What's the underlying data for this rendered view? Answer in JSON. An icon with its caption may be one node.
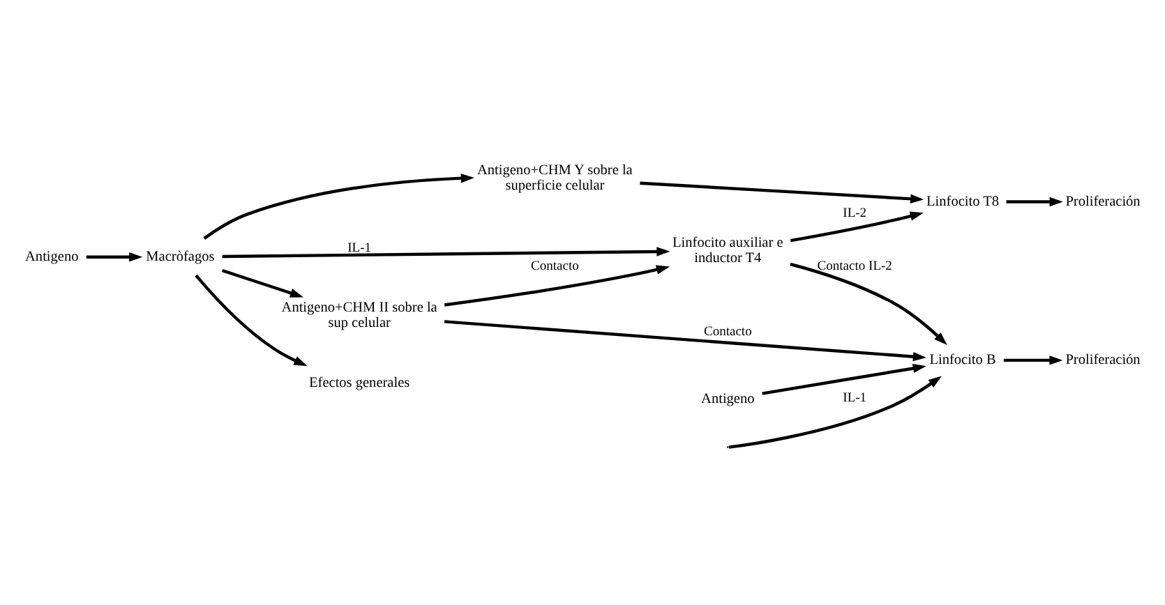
{
  "diagram": {
    "nodes": [
      {
        "text": [
          "Antigeno"
        ]
      },
      {
        "text": [
          "Antigeno+CHM Y sobre la superficie celular"
        ]
      },
      {
        "text": [
          "Linfocito T8"
        ]
      },
      {
        "text": [
          "Proliferación"
        ]
      },
      {
        "text": [
          "Macròfagos"
        ]
      },
      {
        "text": [
          "Linfocito auxiliar e inductor T4"
        ]
      },
      {
        "text": [
          "Antigeno+CHM II sobre la sup celular"
        ]
      },
      {
        "text": [
          "Efectos generales"
        ]
      },
      {
        "text": [
          "Antigeno"
        ]
      },
      {
        "text": [
          "Linfocito B"
        ]
      },
      {
        "text": [
          "Proliferación"
        ]
      }
    ],
    "edges": [
      {
        "from": 0,
        "to": 4,
        "arrow": "to"
      },
      {
        "from": 4,
        "to": 1,
        "arrow": "to"
      },
      {
        "from": 1,
        "to": 2,
        "arrow": "to"
      },
      {
        "from": 2,
        "to": 3,
        "arrow": "to"
      },
      {
        "from": 5,
        "to": 2,
        "arrow": "to",
        "label": "IL-2"
      },
      {
        "from": 4,
        "to": 5,
        "arrow": "to",
        "label": "IL-1"
      },
      {
        "from": 4,
        "to": 6,
        "arrow": "to"
      },
      {
        "from": 6,
        "to": 5,
        "arrow": "to",
        "label": "Contacto"
      },
      {
        "from": 6,
        "to": 9,
        "arrow": "to",
        "label": "Contacto"
      },
      {
        "from": 5,
        "to": 9,
        "arrow": "to",
        "label": "Contacto IL-2"
      },
      {
        "from": 4,
        "to": 7,
        "arrow": "to"
      },
      {
        "from": null,
        "to": 9,
        "arrow": "to",
        "label": "IL-1"
      },
      {
        "from": 8,
        "to": 9,
        "arrow": "to"
      },
      {
        "from": 9,
        "to": 10,
        "arrow": "to"
      }
    ]
  }
}
